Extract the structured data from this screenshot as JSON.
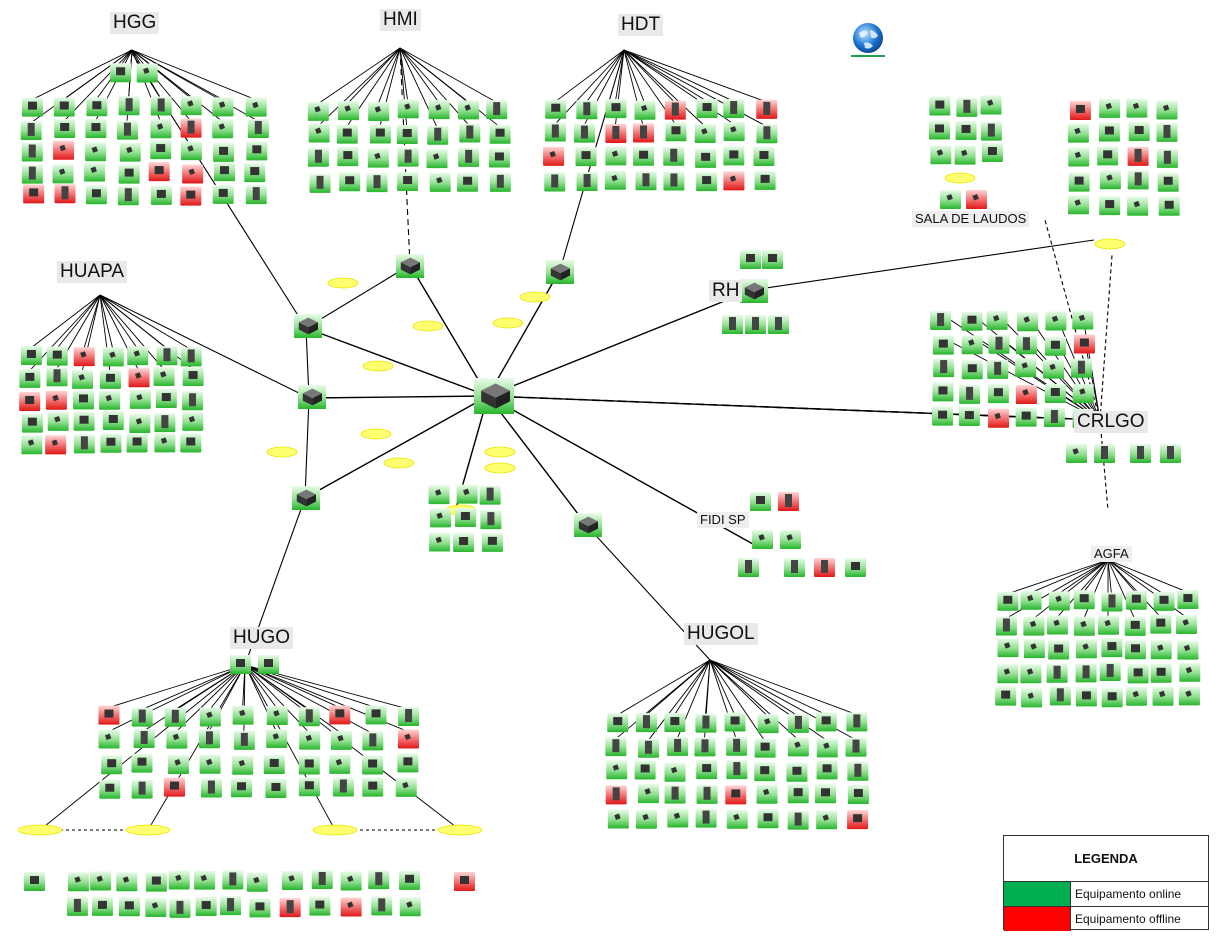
{
  "sites": {
    "hgg": "HGG",
    "hmi": "HMI",
    "hdt": "HDT",
    "huapa": "HUAPA",
    "rh": "RH",
    "crlgo": "CRLGO",
    "sala_laudos": "SALA DE LAUDOS",
    "agfa": "AGFA",
    "fidi_sp": "FIDI SP",
    "hugo": "HUGO",
    "hugol": "HUGOL"
  },
  "legend": {
    "title": "LEGENDA",
    "online_label": "Equipamento online",
    "offline_label": "Equipamento offline"
  },
  "colors": {
    "online": "#00b050",
    "offline": "#ff0000",
    "cloud": "#ffff66",
    "link": "#000000"
  },
  "icons": {
    "core": "core-switch-icon",
    "router": "router-icon",
    "globe": "globe-icon"
  }
}
